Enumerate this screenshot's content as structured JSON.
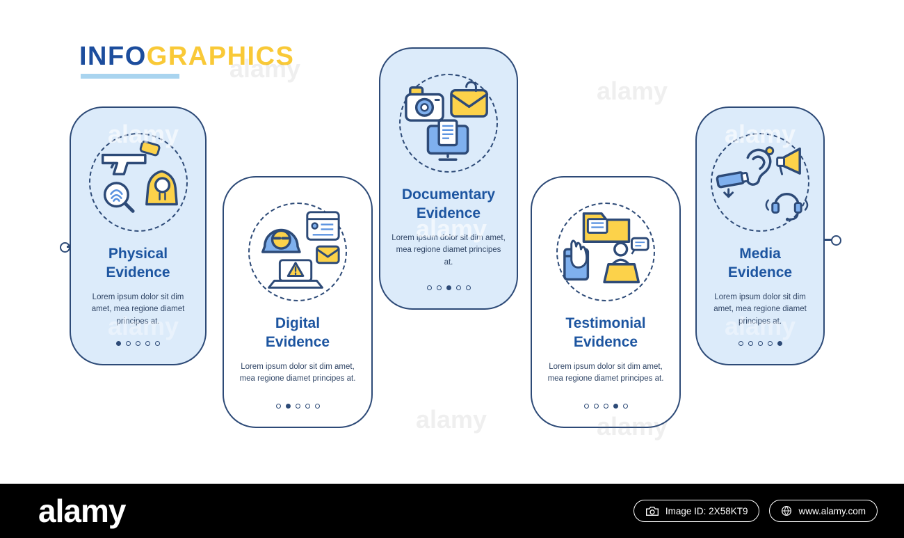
{
  "header": {
    "title_part1": "INFO",
    "title_part2": "GRAPHICS"
  },
  "watermark": {
    "text": "alamy"
  },
  "cards": [
    {
      "title_l1": "Physical",
      "title_l2": "Evidence",
      "body": "Lorem ipsum dolor sit dim amet, mea regione diamet principes at.",
      "dots": 5,
      "active_dot": 0,
      "icons": [
        "gun-icon",
        "fingerprint-magnifier-icon",
        "hoodie-icon"
      ]
    },
    {
      "title_l1": "Digital",
      "title_l2": "Evidence",
      "body": "Lorem ipsum dolor sit dim amet, mea regione diamet principes at.",
      "dots": 5,
      "active_dot": 1,
      "icons": [
        "hacker-icon",
        "browser-window-icon",
        "laptop-warning-icon",
        "envelope-icon"
      ]
    },
    {
      "title_l1": "Documentary",
      "title_l2": "Evidence",
      "body": "Lorem ipsum dolor sit dim amet, mea regione diamet principes at.",
      "dots": 5,
      "active_dot": 2,
      "icons": [
        "camera-icon",
        "envelope-paperclip-icon",
        "monitor-document-icon"
      ]
    },
    {
      "title_l1": "Testimonial",
      "title_l2": "Evidence",
      "body": "Lorem ipsum dolor sit dim amet, mea regione diamet principes at.",
      "dots": 5,
      "active_dot": 3,
      "icons": [
        "folder-icon",
        "oath-hand-book-icon",
        "witness-stand-icon"
      ]
    },
    {
      "title_l1": "Media",
      "title_l2": "Evidence",
      "body": "Lorem ipsum dolor sit dim amet, mea regione diamet principes at.",
      "dots": 5,
      "active_dot": 4,
      "icons": [
        "ear-icon",
        "megaphone-icon",
        "cctv-camera-icon",
        "headphones-mic-icon"
      ]
    }
  ],
  "footer": {
    "brand": "alamy",
    "image_id": "Image ID: 2X58KT9",
    "website": "www.alamy.com"
  },
  "colors": {
    "navy": "#2d4a77",
    "title_blue": "#1d55a0",
    "logo_blue": "#1c4d9d",
    "logo_yellow": "#f9c937",
    "card_light_blue": "#dcebfa",
    "icon_blue": "#7fb0ee",
    "icon_yellow": "#fcd24a",
    "underline_blue": "#a9d4ef",
    "footer_black": "#000000"
  }
}
